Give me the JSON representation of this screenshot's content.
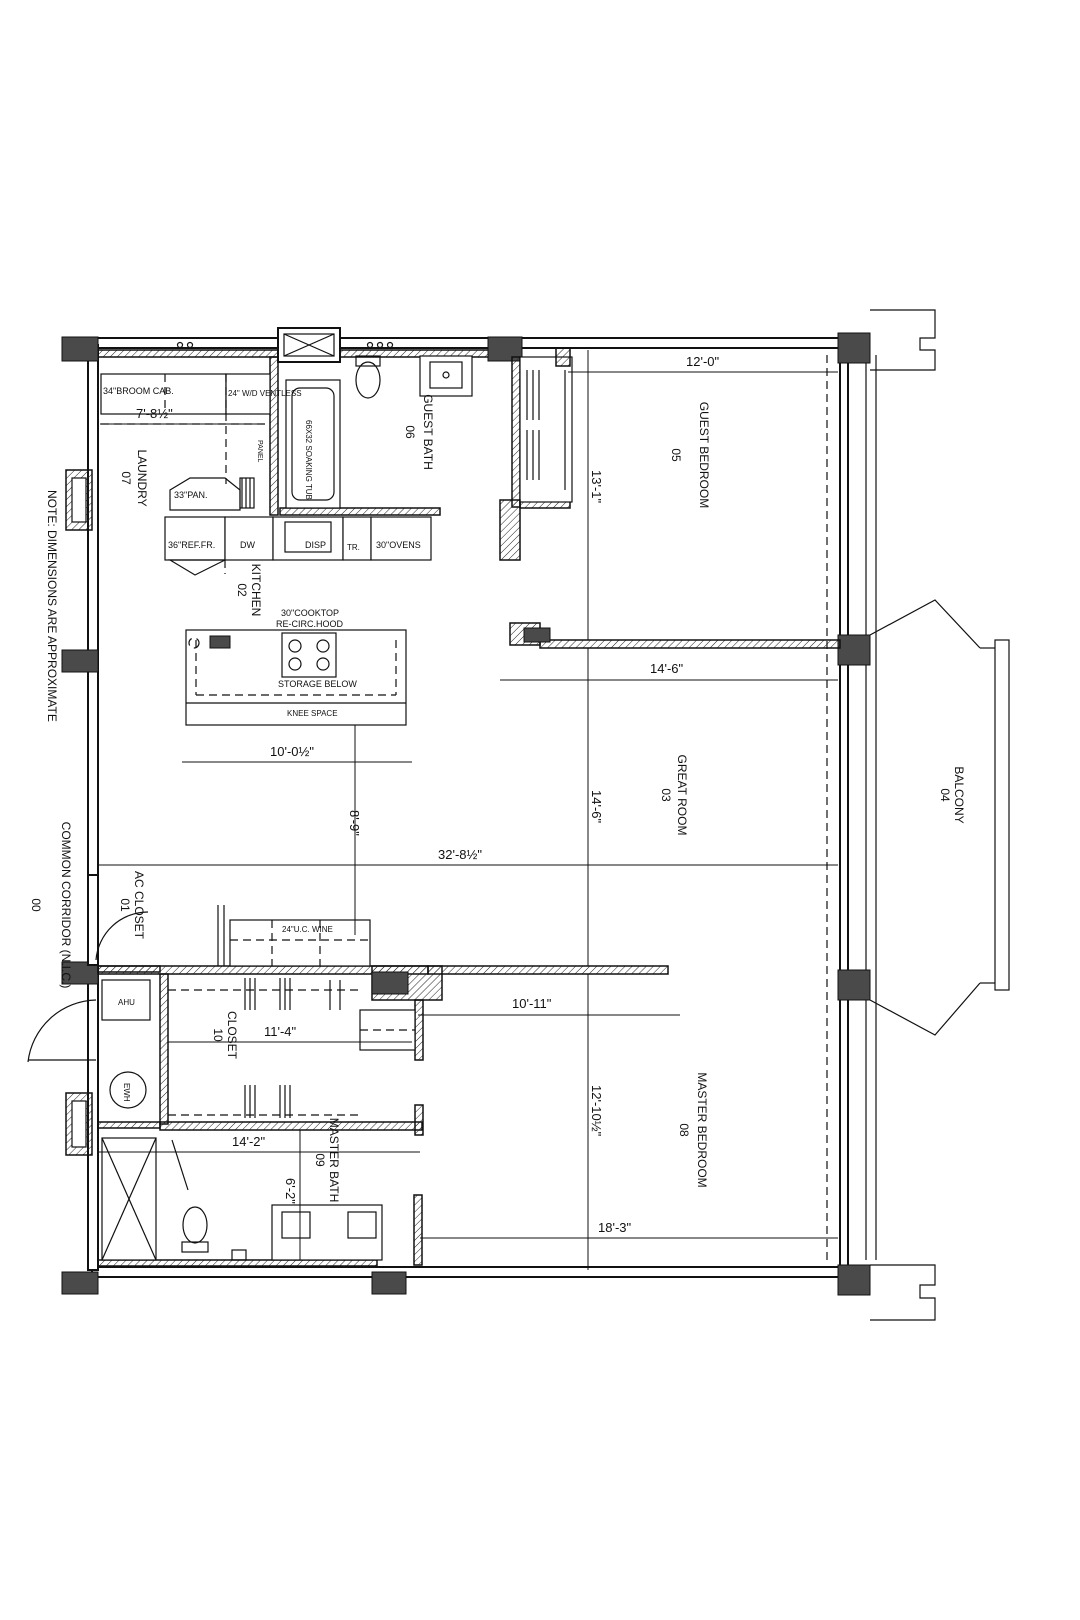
{
  "note": "NOTE: DIMENSIONS ARE APPROXIMATE",
  "rooms": {
    "common_corridor": {
      "name": "COMMON CORRIDOR (N.I.C.)",
      "number": "00"
    },
    "ac_closet": {
      "name": "AC CLOSET",
      "number": "01"
    },
    "kitchen": {
      "name": "KITCHEN",
      "number": "02"
    },
    "great_room": {
      "name": "GREAT ROOM",
      "number": "03"
    },
    "balcony": {
      "name": "BALCONY",
      "number": "04"
    },
    "guest_bedroom": {
      "name": "GUEST BEDROOM",
      "number": "05"
    },
    "guest_bath": {
      "name": "GUEST BATH",
      "number": "06"
    },
    "laundry": {
      "name": "LAUNDRY",
      "number": "07"
    },
    "master_bedroom": {
      "name": "MASTER BEDROOM",
      "number": "08"
    },
    "master_bath": {
      "name": "MASTER BATH",
      "number": "09"
    },
    "closet": {
      "name": "CLOSET",
      "number": "10"
    }
  },
  "labels": {
    "broom_cab": "34\"BROOM CAB.",
    "washer_dryer": "24\" W/D VENTLESS",
    "panel": "PANEL",
    "soaking_tub": "66X32 SOAKING TUB",
    "pan": "33\"PAN.",
    "ref": "36\"REF.FR.",
    "dw": "DW",
    "disp": "DISP",
    "tr": "TR.",
    "ovens": "30\"OVENS",
    "cooktop": "30\"COOKTOP",
    "hood": "RE-CIRC.HOOD",
    "storage_below": "STORAGE BELOW",
    "knee_space": "KNEE SPACE",
    "wine": "24\"U.C. WINE",
    "ahu": "AHU",
    "ewh": "EWH"
  },
  "dimensions": {
    "laundry_width": "7'-8½\"",
    "guest_bedroom_width": "12'-0\"",
    "guest_bedroom_depth": "13'-1\"",
    "great_room_width": "14'-6\"",
    "great_room_depth": "14'-6\"",
    "island_width": "10'-0½\"",
    "island_to_wall": "8'-9\"",
    "overall": "32'-8½\"",
    "closet_ext": "10'-11\"",
    "closet_depth": "11'-4\"",
    "master_bath_width": "14'-2\"",
    "master_bath_depth": "6'-2\"",
    "master_bedroom_depth": "12'-10½\"",
    "master_bedroom_width": "18'-3\""
  }
}
